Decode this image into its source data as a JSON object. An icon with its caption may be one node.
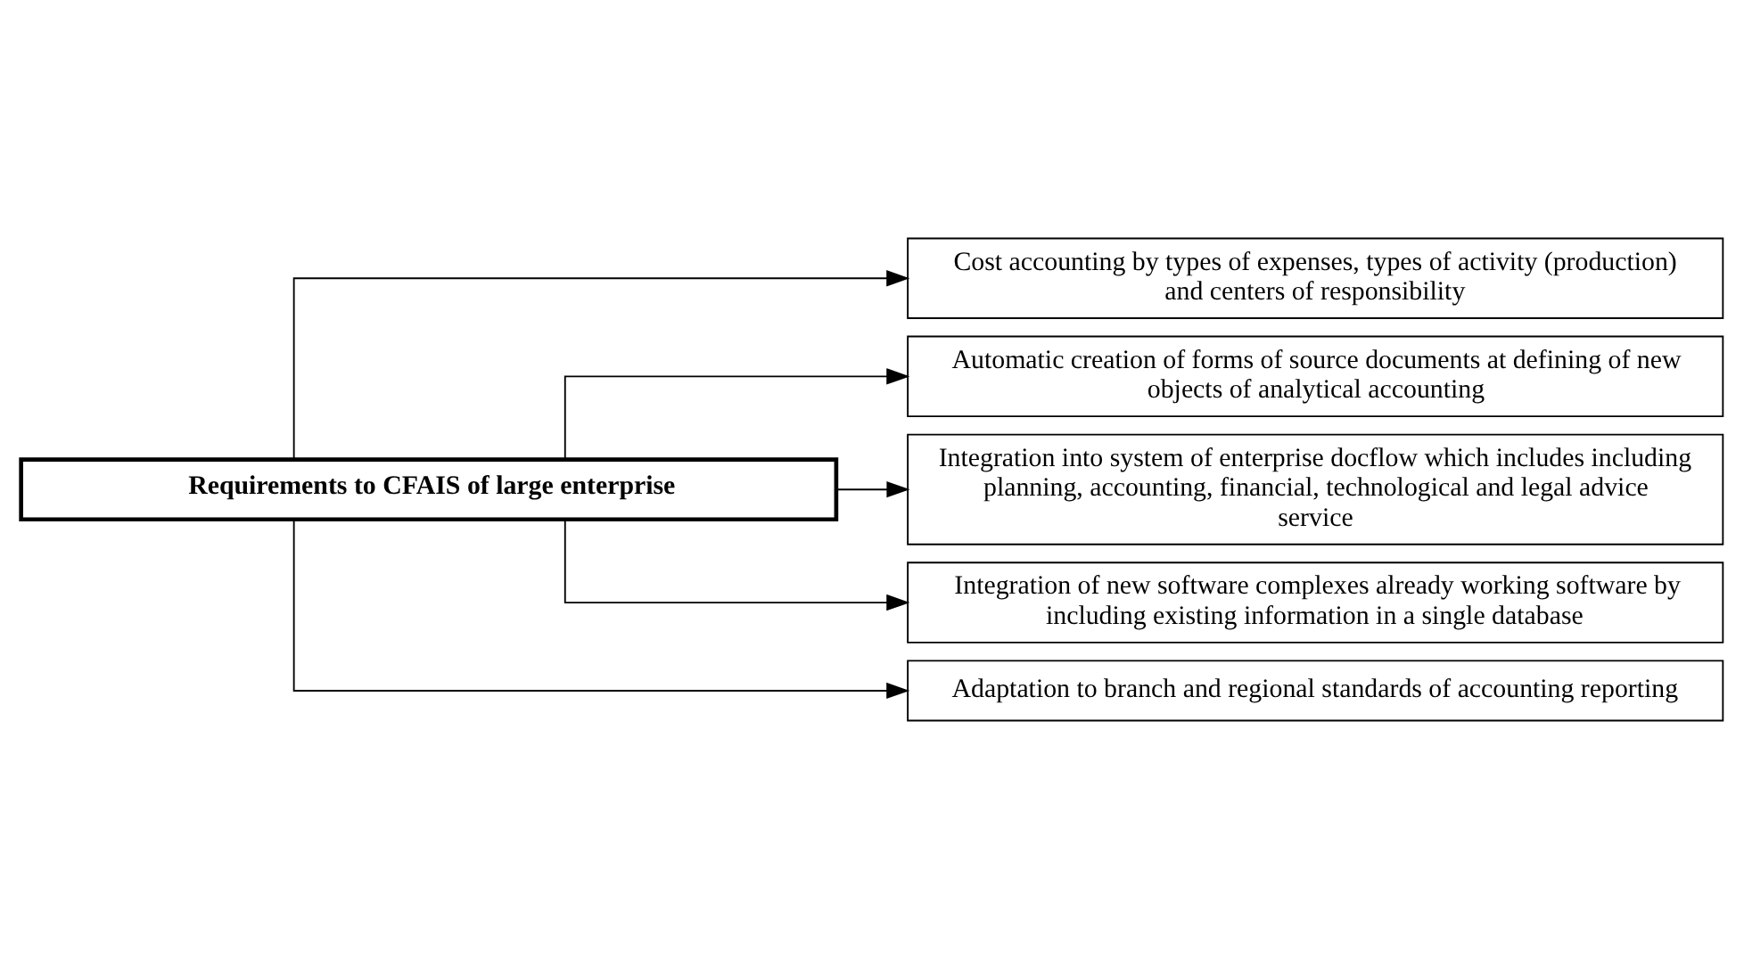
{
  "diagram": {
    "nodes": [
      {
        "text": [
          "Requirements to CFAIS of large enterprise"
        ]
      },
      {
        "text": [
          "Cost accounting by types of expenses, types of activity (production) and centers of responsibility"
        ]
      },
      {
        "text": [
          "Automatic creation of forms of source documents at defining of new objects of analytical accounting"
        ]
      },
      {
        "text": [
          "Integration into system of enterprise docflow which includes including planning, accounting, financial, technological and legal advice service"
        ]
      },
      {
        "text": [
          "Integration of new software complexes already working software by including existing information in a single database"
        ]
      },
      {
        "text": [
          "Adaptation to branch and regional standards of accounting reporting"
        ]
      }
    ],
    "edges": [
      {
        "from": 0,
        "to": 1,
        "arrow": "to"
      },
      {
        "from": 0,
        "to": 2,
        "arrow": "to"
      },
      {
        "from": 0,
        "to": 3,
        "arrow": "to"
      },
      {
        "from": 0,
        "to": 4,
        "arrow": "to"
      },
      {
        "from": 0,
        "to": 5,
        "arrow": "to"
      }
    ]
  }
}
